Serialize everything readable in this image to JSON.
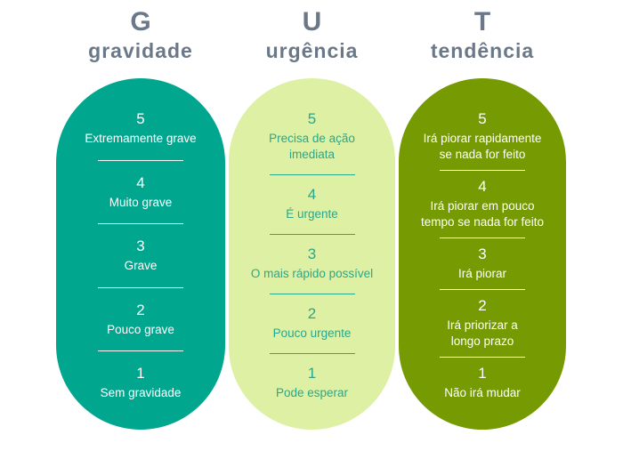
{
  "page": {
    "background": "#ffffff",
    "header_text_color": "#6b7888"
  },
  "columns": [
    {
      "letter": "G",
      "title": "gravidade",
      "pill_color": "#00a78e",
      "text_color": "#ffffff",
      "divider_color": "#ffffff",
      "items": [
        {
          "score": "5",
          "label": "Extremamente grave"
        },
        {
          "score": "4",
          "label": "Muito grave"
        },
        {
          "score": "3",
          "label": "Grave"
        },
        {
          "score": "2",
          "label": "Pouco grave"
        },
        {
          "score": "1",
          "label": "Sem gravidade"
        }
      ]
    },
    {
      "letter": "U",
      "title": "urgência",
      "pill_color": "#ddf0a3",
      "text_color": "#2aa78c",
      "divider_color": "#2aa78c",
      "items": [
        {
          "score": "5",
          "label": "Precisa de ação\nimediata"
        },
        {
          "score": "4",
          "label": "É urgente"
        },
        {
          "score": "3",
          "label": "O mais rápido possível"
        },
        {
          "score": "2",
          "label": "Pouco urgente"
        },
        {
          "score": "1",
          "label": "Pode esperar"
        }
      ]
    },
    {
      "letter": "T",
      "title": "tendência",
      "pill_color": "#769a02",
      "text_color": "#ffffff",
      "divider_color": "#ffffff",
      "items": [
        {
          "score": "5",
          "label": "Irá piorar rapidamente\nse nada for feito"
        },
        {
          "score": "4",
          "label": "Irá piorar em pouco\ntempo se nada for feito"
        },
        {
          "score": "3",
          "label": "Irá piorar"
        },
        {
          "score": "2",
          "label": "Irá priorizar a\nlongo prazo"
        },
        {
          "score": "1",
          "label": "Não irá mudar"
        }
      ]
    }
  ]
}
